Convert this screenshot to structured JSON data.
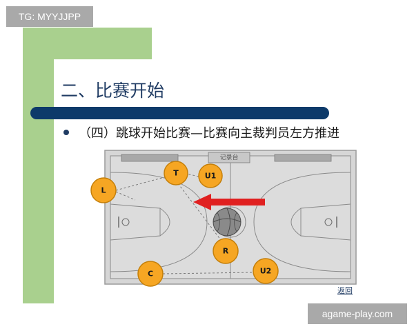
{
  "overlay": {
    "tg_badge": "TG: MYYJJPP",
    "watermark": "agame-play.com"
  },
  "slide": {
    "title": "二、比赛开始",
    "bullet": "（四）跳球开始比赛—比赛向主裁判员左方推进",
    "return_link": "返回",
    "table_label": "记录台"
  },
  "players": [
    {
      "id": "T",
      "label": "T"
    },
    {
      "id": "U1",
      "label": "U1"
    },
    {
      "id": "L",
      "label": "L"
    },
    {
      "id": "R",
      "label": "R"
    },
    {
      "id": "C",
      "label": "C"
    },
    {
      "id": "U2",
      "label": "U2"
    }
  ],
  "colors": {
    "green_band": "#a9d08e",
    "title_bar": "#0d3a6a",
    "player_fill": "#f6a623",
    "arrow": "#e02020",
    "court": "#d4d4d4"
  }
}
